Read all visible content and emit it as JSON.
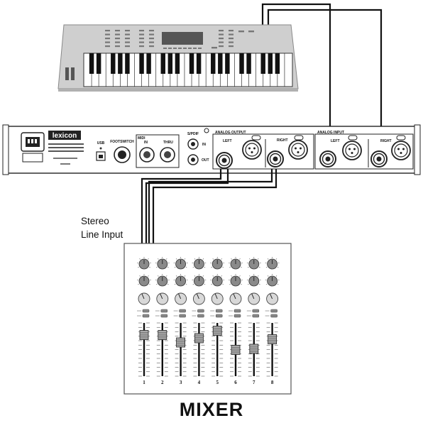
{
  "brand": "lexicon",
  "rear_panel": {
    "usb": "USB",
    "footswitch": "FOOTSWITCH",
    "midi": "MIDI",
    "midi_in": "IN",
    "midi_thru": "THRU",
    "spdif": "S/PDIF",
    "spdif_in": "IN",
    "spdif_out": "OUT",
    "analog_output": "ANALOG OUTPUT",
    "analog_input": "ANALOG INPUT",
    "left": "LEFT",
    "right": "RIGHT"
  },
  "stereo_label": [
    "Stereo",
    "Line Input"
  ],
  "mixer": {
    "title": "MIXER",
    "channels": [
      "1",
      "2",
      "3",
      "4",
      "5",
      "6",
      "7",
      "8"
    ],
    "fader_levels": [
      0.78,
      0.78,
      0.64,
      0.72,
      0.86,
      0.5,
      0.52,
      0.7
    ]
  },
  "colors": {
    "keyboard_body": "#d0d0d0",
    "unit_body": "#ffffff",
    "knob_dark": "#8a8a8a",
    "knob_light": "#d8d8d8",
    "cable": "#111111"
  }
}
